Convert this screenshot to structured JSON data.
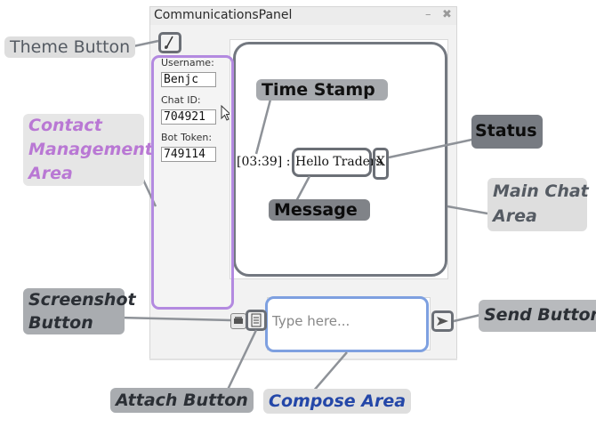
{
  "window": {
    "title": "CommunicationsPanel",
    "minimize_glyph": "–",
    "close_glyph": "✖"
  },
  "sidebar": {
    "username_label": "Username:",
    "username_value": "Benjc",
    "chatid_label": "Chat ID:",
    "chatid_value": "704921",
    "bottoken_label": "Bot Token:",
    "bottoken_value": "749114"
  },
  "chat": {
    "timestamp": "[03:39] :",
    "message": "Hello Traders",
    "status": "X"
  },
  "compose": {
    "placeholder": "Type here..."
  },
  "annotations": {
    "theme_button": "Theme Button",
    "contact_area_line1": "Contact",
    "contact_area_line2": "Management",
    "contact_area_line3": "Area",
    "time_stamp": "Time Stamp",
    "status": "Status",
    "main_chat_line1": "Main Chat",
    "main_chat_line2": "Area",
    "message": "Message",
    "screenshot_line1": "Screenshot",
    "screenshot_line2": "Button",
    "send_button": "Send Button",
    "attach_button": "Attach Button",
    "compose_area": "Compose Area"
  },
  "icons": {
    "theme": "theme-brush-icon",
    "screenshot": "screenshot-icon",
    "attach": "attach-icon",
    "send": "send-arrow-icon",
    "cursor": "mouse-cursor-icon"
  },
  "colors": {
    "contact_highlight": "#b38ae0",
    "chat_highlight": "#737880",
    "compose_highlight": "#7ea0e0",
    "contact_label_text": "#b978d4",
    "compose_label_text": "#2447a8"
  }
}
